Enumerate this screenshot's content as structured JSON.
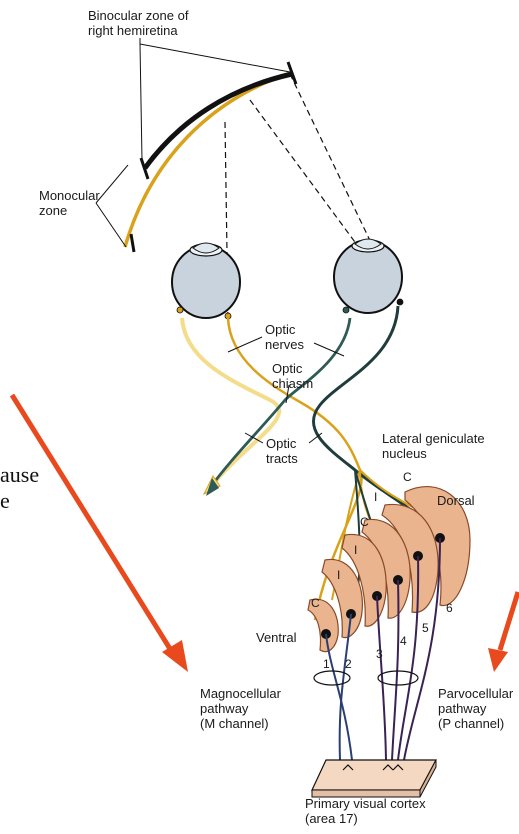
{
  "labels": {
    "binocular_zone": "Binocular zone of\nright hemiretina",
    "monocular_zone": "Monocular\nzone",
    "optic_nerves": "Optic\nnerves",
    "optic_chiasm": "Optic\nchiasm",
    "optic_tracts": "Optic\ntracts",
    "lgn": "Lateral geniculate\nnucleus",
    "dorsal": "Dorsal",
    "ventral": "Ventral",
    "magno": "Magnocellular\npathway\n(M channel)",
    "parvo": "Parvocellular\npathway\n(P channel)",
    "cortex": "Primary visual cortex\n(area 17)",
    "partial_text": "ause\ne"
  },
  "lgn_layers": [
    "1",
    "2",
    "3",
    "4",
    "5",
    "6"
  ],
  "lgn_markers": [
    "C",
    "I",
    "C",
    "I",
    "C",
    "I"
  ],
  "colors": {
    "yellow_path": "#d9a21a",
    "light_yellow_path": "#f3dc8a",
    "dark_path": "#1f3d3a",
    "teal_path": "#2f5a56",
    "retina_black": "#111111",
    "layer_fill": "#e9b48e",
    "layer_stroke": "#8a4a2a",
    "eye_fill": "#c9d3de",
    "magno_axon": "#2b3f73",
    "parvo_axon": "#3a2354",
    "cortex_fill": "#f4d8c2",
    "arrow_red": "#e84a1e"
  }
}
